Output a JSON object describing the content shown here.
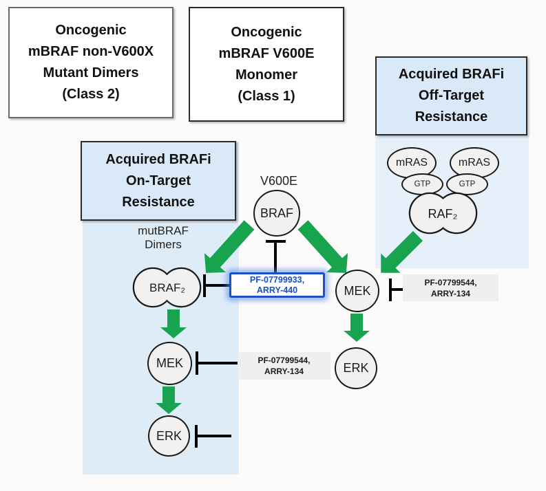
{
  "title_boxes": {
    "class2": "Oncogenic\nmBRAF non-V600X\nMutant Dimers\n(Class 2)",
    "class1": "Oncogenic\nmBRAF V600E\nMonomer\n(Class 1)",
    "off_target": "Acquired BRAFi\nOff-Target\nResistance",
    "on_target": "Acquired BRAFi\nOn-Target\nResistance"
  },
  "annotations": {
    "v600e": "V600E",
    "mutbraf_dimers": "mutBRAF\nDimers"
  },
  "nodes": {
    "braf_monomer": "BRAF",
    "braf_dimer": "BRAF₂",
    "raf_dimer": "RAF₂",
    "mras_left": "mRAS",
    "mras_right": "mRAS",
    "gtp_left": "GTP",
    "gtp_right": "GTP",
    "mek_ontarget": "MEK",
    "erk_ontarget": "ERK",
    "mek_offtarget": "MEK",
    "erk_offtarget": "ERK"
  },
  "drug_labels": {
    "braf_inhibitor": "PF-07799933,\nARRY-440",
    "mek_inhibitor_ontarget": "PF-07799544,\nARRY-134",
    "mek_inhibitor_offtarget": "PF-07799544,\nARRY-134"
  },
  "colors": {
    "activation_arrow_green": "#18a34f",
    "inhibitor_highlight_blue": "#1950cb",
    "panel_light_blue": "#deecf8",
    "title_box_blue": "#d9e9f7",
    "node_fill_gray": "#f2f1ef",
    "drug_box_gray": "#efefee"
  }
}
